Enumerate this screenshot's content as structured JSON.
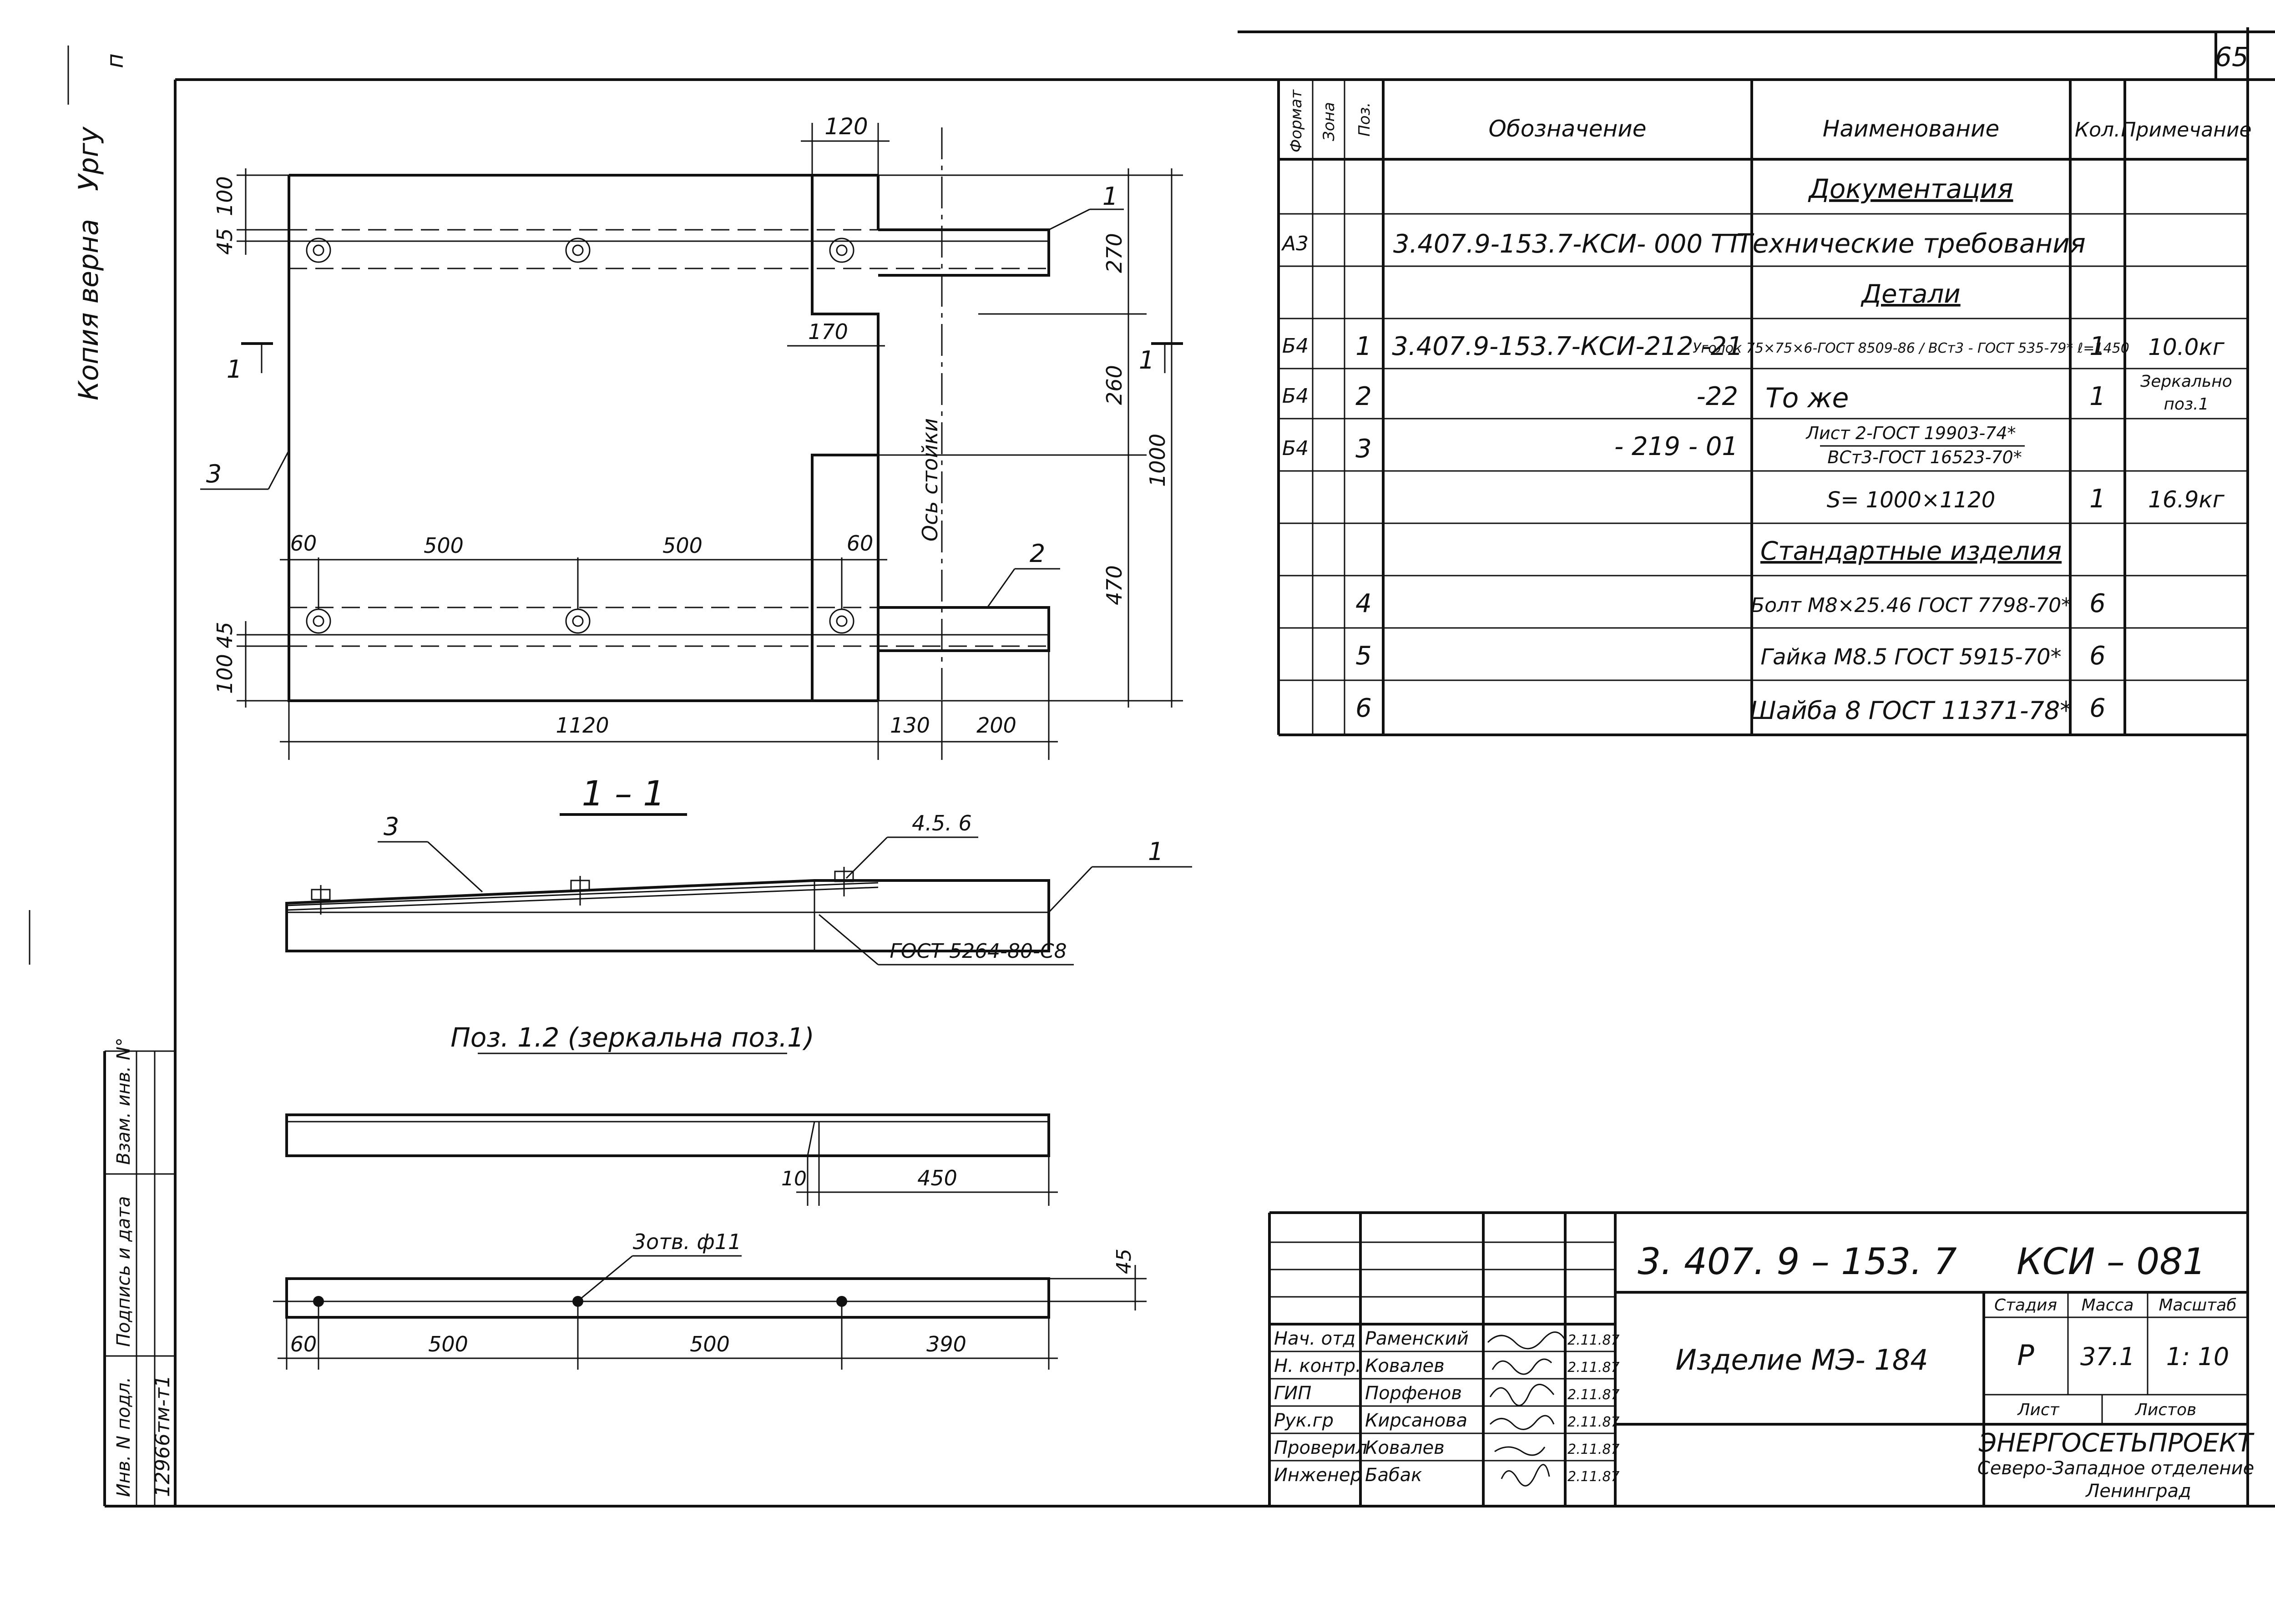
{
  "sheet_number": "65",
  "side_stamp": {
    "copy_verified": "Копия верна",
    "copy_signature": "Ургу",
    "letter": "п",
    "col_inv_orig": "Инв. N подл.",
    "col_sign_date": "Подпись и дата",
    "col_inv_repl": "Взам. инв. N°",
    "inv_number": "12966тм-т1"
  },
  "plan": {
    "dims": {
      "w120": "120",
      "h100_top": "100",
      "h45_top": "45",
      "h45_bot": "45",
      "h100_bot": "100",
      "d270": "270",
      "d260": "260",
      "d470": "470",
      "d1000": "1000",
      "d170": "170",
      "d60_left": "60",
      "d500_a": "500",
      "d500_b": "500",
      "d60_right": "60",
      "d1120": "1120",
      "d130": "130",
      "d200": "200"
    },
    "callouts": {
      "pos1": "1",
      "pos2": "2",
      "pos3": "3",
      "section_left": "1",
      "section_right": "1"
    },
    "axis_label": "Ось стойки"
  },
  "section_view": {
    "title": "1 – 1",
    "pos3": "3",
    "fasteners": "4.5. 6",
    "pos1": "1",
    "weld": "ГОСТ 5264-80-С8"
  },
  "pos_view": {
    "title": "Поз. 1.2 (зеркальна поз.1)",
    "d10": "10",
    "d450": "450"
  },
  "hole_view": {
    "holes": "3отв. ф11",
    "d45": "45",
    "d60": "60",
    "d500_a": "500",
    "d500_b": "500",
    "d390": "390"
  },
  "spec": {
    "headers": {
      "format": "Формат",
      "zone": "Зона",
      "pos": "Поз.",
      "designation": "Обозначение",
      "name": "Наименование",
      "qty": "Кол.",
      "note": "Примечание"
    },
    "rows": [
      {
        "format": "",
        "zone": "",
        "pos": "",
        "designation": "",
        "name": "Документация",
        "name_sub": "",
        "qty": "",
        "note": "",
        "note_sub": "",
        "heading": true
      },
      {
        "format": "А3",
        "zone": "",
        "pos": "",
        "designation": "3.407.9-153.7-КСИ- 000 ТТ",
        "name": "Технические требования",
        "name_sub": "",
        "qty": "",
        "note": "",
        "note_sub": "",
        "heading": false
      },
      {
        "format": "",
        "zone": "",
        "pos": "",
        "designation": "",
        "name": "Детали",
        "name_sub": "",
        "qty": "",
        "note": "",
        "note_sub": "",
        "heading": true
      },
      {
        "format": "Б4",
        "zone": "",
        "pos": "1",
        "designation": "3.407.9-153.7-КСИ-212   -21",
        "name": "Уголок 75×75×6-ГОСТ 8509-86 / ВСт3 - ГОСТ 535-79* ℓ=1450",
        "name_sub": "",
        "qty": "1",
        "note": "10.0кг",
        "note_sub": "",
        "heading": false
      },
      {
        "format": "Б4",
        "zone": "",
        "pos": "2",
        "designation": "-22",
        "name": "То же",
        "name_sub": "",
        "qty": "1",
        "note": "Зеркально",
        "note_sub": "поз.1",
        "heading": false
      },
      {
        "format": "Б4",
        "zone": "",
        "pos": "3",
        "designation": "- 219 - 01",
        "name": "Лист 2-ГОСТ 19903-74*",
        "name_sub": "ВСт3-ГОСТ 16523-70*",
        "qty": "",
        "note": "",
        "note_sub": "",
        "heading": false
      },
      {
        "format": "",
        "zone": "",
        "pos": "",
        "designation": "",
        "name": "S= 1000×1120",
        "name_sub": "",
        "qty": "1",
        "note": "16.9кг",
        "note_sub": "",
        "heading": false
      },
      {
        "format": "",
        "zone": "",
        "pos": "",
        "designation": "",
        "name": "Стандартные изделия",
        "name_sub": "",
        "qty": "",
        "note": "",
        "note_sub": "",
        "heading": true
      },
      {
        "format": "",
        "zone": "",
        "pos": "4",
        "designation": "",
        "name": "Болт М8×25.46 ГОСТ 7798-70*",
        "name_sub": "",
        "qty": "6",
        "note": "",
        "note_sub": "",
        "heading": false
      },
      {
        "format": "",
        "zone": "",
        "pos": "5",
        "designation": "",
        "name": "Гайка М8.5 ГОСТ 5915-70*",
        "name_sub": "",
        "qty": "6",
        "note": "",
        "note_sub": "",
        "heading": false
      },
      {
        "format": "",
        "zone": "",
        "pos": "6",
        "designation": "",
        "name": "Шайба 8 ГОСТ 11371-78*",
        "name_sub": "",
        "qty": "6",
        "note": "",
        "note_sub": "",
        "heading": false
      }
    ]
  },
  "title_block": {
    "doc_code": "3. 407. 9 – 153. 7",
    "doc_sheet": "КСИ – 081",
    "product": "Изделие  МЭ- 184",
    "stage_label": "Стадия",
    "mass_label": "Масса",
    "scale_label": "Масштаб",
    "stage": "Р",
    "mass": "37.1",
    "scale": "1: 10",
    "sheet_label": "Лист",
    "sheets_label": "Листов",
    "org1": "ЭНЕРГОСЕТЬПРОЕКТ",
    "org2": "Северо-Западное отделение",
    "org3": "Ленинград",
    "people": [
      {
        "role": "Нач. отд",
        "name": "Раменский",
        "date": "2.11.87"
      },
      {
        "role": "Н. контр.",
        "name": "Ковалев",
        "date": "2.11.87"
      },
      {
        "role": "ГИП",
        "name": "Порфенов",
        "date": "2.11.87"
      },
      {
        "role": "Рук.гр",
        "name": "Кирсанова",
        "date": "2.11.87"
      },
      {
        "role": "Проверил",
        "name": "Ковалев",
        "date": "2.11.87"
      },
      {
        "role": "Инженер",
        "name": "Бабак",
        "date": "2.11.87"
      }
    ]
  }
}
